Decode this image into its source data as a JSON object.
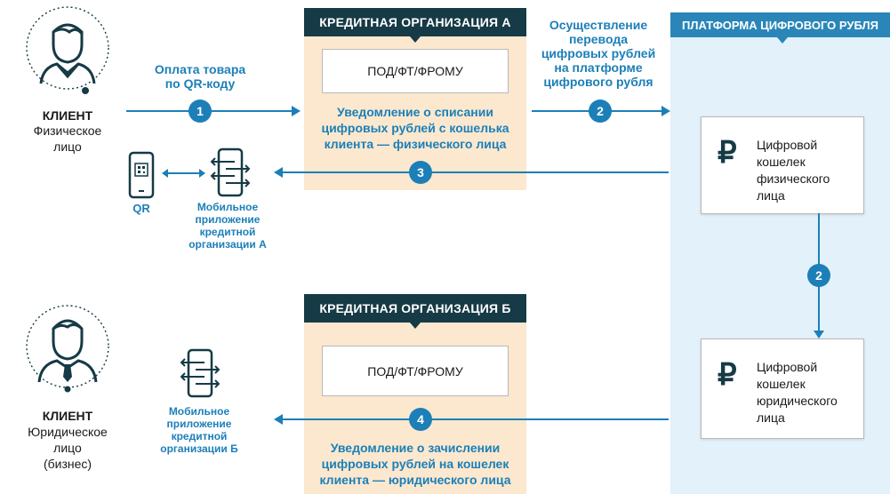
{
  "colors": {
    "accent": "#1c7fb8",
    "dark_header": "#163a46",
    "band": "#fbe8cf",
    "platform_bg": "#e3f1fa",
    "platform_header": "#2a86b8"
  },
  "org_a": {
    "header": "КРЕДИТНАЯ ОРГАНИЗАЦИЯ А",
    "box": "ПОД/ФТ/ФРОМУ",
    "notice": [
      "Уведомление о списании",
      "цифровых рублей с кошелька",
      "клиента — физического лица"
    ]
  },
  "org_b": {
    "header": "КРЕДИТНАЯ ОРГАНИЗАЦИЯ Б",
    "box": "ПОД/ФТ/ФРОМУ",
    "notice": [
      "Уведомление о зачислении",
      "цифровых рублей на кошелек",
      "клиента — юридического лица"
    ]
  },
  "platform": {
    "header": "ПЛАТФОРМА ЦИФРОВОГО РУБЛЯ",
    "wallet1": [
      "Цифровой",
      "кошелек",
      "физического",
      "лица"
    ],
    "wallet2": [
      "Цифровой",
      "кошелек",
      "юридического",
      "лица"
    ],
    "ruble_symbol": "₽"
  },
  "client1": {
    "title": "КЛИЕНТ",
    "sub": [
      "Физическое",
      "лицо"
    ]
  },
  "client2": {
    "title": "КЛИЕНТ",
    "sub": [
      "Юридическое",
      "лицо",
      "(бизнес)"
    ]
  },
  "labels": {
    "step1": [
      "Оплата товара",
      "по QR-коду"
    ],
    "step2": [
      "Осуществление",
      "перевода",
      "цифровых рублей",
      "на платформе",
      "цифрового рубля"
    ],
    "qr": "QR",
    "app_a": [
      "Мобильное",
      "приложение",
      "кредитной",
      "организации А"
    ],
    "app_b": [
      "Мобильное",
      "приложение",
      "кредитной",
      "организации Б"
    ]
  },
  "steps": {
    "s1": "1",
    "s2a": "2",
    "s2b": "2",
    "s3": "3",
    "s4": "4"
  },
  "icons": {
    "person": "person-icon",
    "businessman": "businessman-icon",
    "phone_qr": "phone-qr-icon",
    "mobile_app": "mobile-app-icon",
    "ruble": "ruble-icon"
  }
}
